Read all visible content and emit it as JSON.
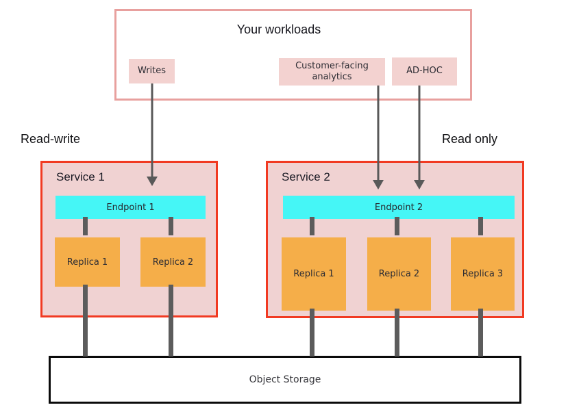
{
  "diagram": {
    "workloads": {
      "title": "Your workloads",
      "items": [
        {
          "label": "Writes"
        },
        {
          "label": "Customer-facing analytics"
        },
        {
          "label": "AD-HOC"
        }
      ]
    },
    "mode_labels": {
      "left": "Read-write",
      "right": "Read only"
    },
    "services": [
      {
        "title": "Service 1",
        "endpoint": "Endpoint 1",
        "replicas": [
          "Replica 1",
          "Replica 2"
        ]
      },
      {
        "title": "Service 2",
        "endpoint": "Endpoint 2",
        "replicas": [
          "Replica 1",
          "Replica 2",
          "Replica 3"
        ]
      }
    ],
    "storage": {
      "label": "Object Storage"
    },
    "colors": {
      "workloads_border": "#e8a09e",
      "workload_item_bg": "#f3d2d0",
      "service_border": "#f13a22",
      "service_bg": "#f0d2d2",
      "endpoint_bg": "#45f6f6",
      "replica_bg": "#f5ae49",
      "connector_gray": "#5c5c5c",
      "arrow_gray": "#595959",
      "storage_border": "#0a0a0a"
    }
  }
}
